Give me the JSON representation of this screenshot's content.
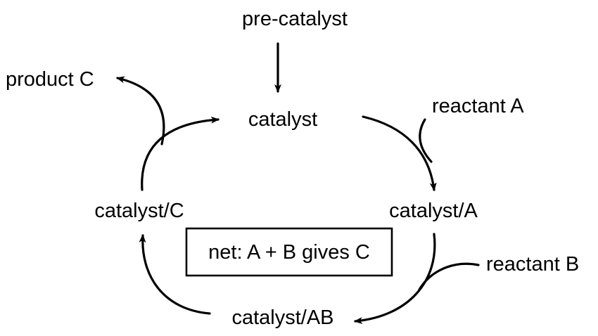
{
  "labels": {
    "pre_catalyst": "pre-catalyst",
    "catalyst": "catalyst",
    "product_c": "product C",
    "reactant_a": "reactant A",
    "catalyst_a": "catalyst/A",
    "catalyst_c": "catalyst/C",
    "reactant_b": "reactant B",
    "catalyst_ab": "catalyst/AB",
    "net_reaction": "net: A + B gives C"
  }
}
